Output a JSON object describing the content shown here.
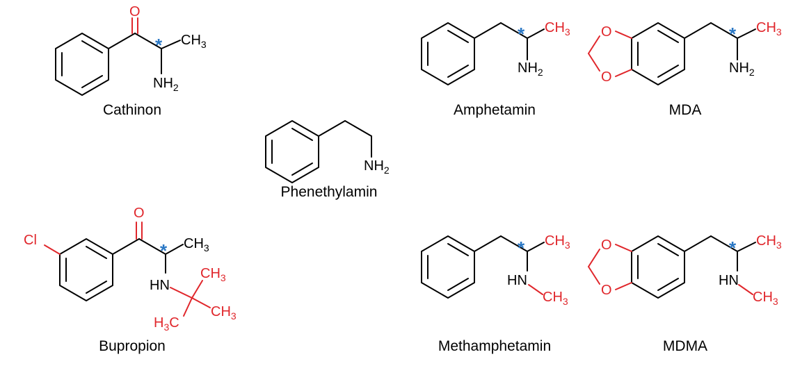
{
  "colors": {
    "bond": "#000000",
    "heteroatom": "#e0262b",
    "stereocenter": "#2b78c5"
  },
  "atoms": {
    "nitrogen": "N",
    "hydrogen": "H",
    "hydrogen_prefix": "H",
    "oxygen": "O",
    "carbon": "C",
    "chlorine": "Cl",
    "sub2": "2",
    "sub3": "3",
    "stereocenter": "*"
  },
  "molecules": [
    {
      "id": "cathinon",
      "label": "Cathinon"
    },
    {
      "id": "amphetamin",
      "label": "Amphetamin"
    },
    {
      "id": "mda",
      "label": "MDA"
    },
    {
      "id": "phenethylamin",
      "label": "Phenethylamin"
    },
    {
      "id": "bupropion",
      "label": "Bupropion"
    },
    {
      "id": "methamphetamin",
      "label": "Methamphetamin"
    },
    {
      "id": "mdma",
      "label": "MDMA"
    }
  ]
}
